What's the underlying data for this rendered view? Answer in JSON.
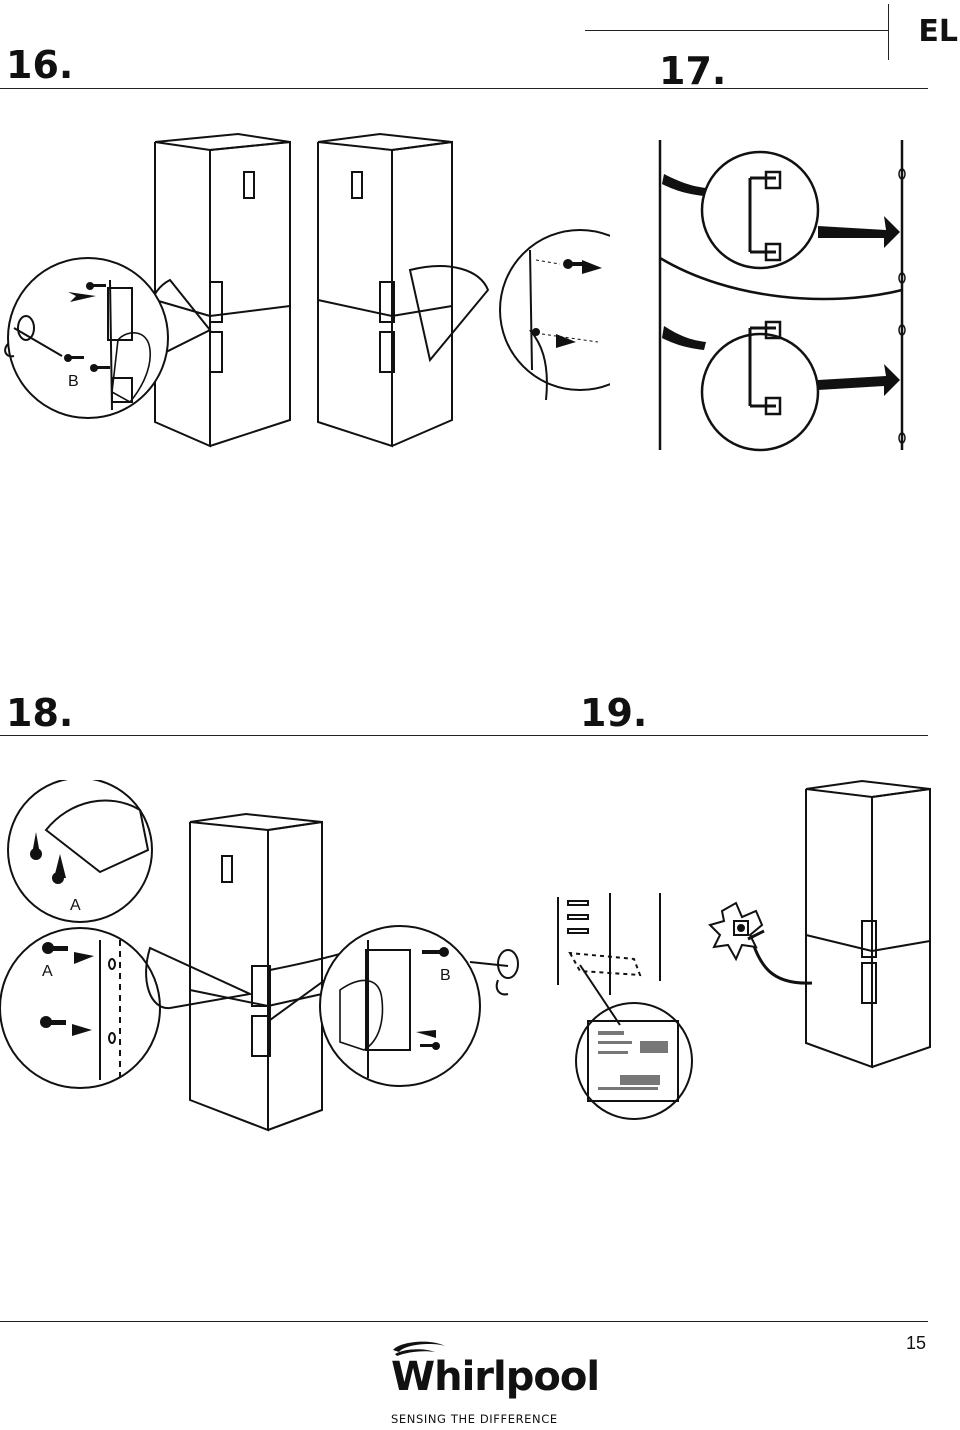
{
  "header": {
    "language_code": "EL"
  },
  "steps": [
    {
      "number": "16.",
      "labels": [
        "B"
      ]
    },
    {
      "number": "17.",
      "labels": []
    },
    {
      "number": "18.",
      "labels": [
        "A",
        "A",
        "B"
      ]
    },
    {
      "number": "19.",
      "labels": []
    }
  ],
  "footer": {
    "page_number": "15",
    "brand": "Whirlpool",
    "tagline": "SENSING THE DIFFERENCE"
  },
  "icons": [
    "screwdriver-icon",
    "screw-icon",
    "arrow-icon",
    "handle-icon",
    "plug-icon",
    "rating-label-icon"
  ]
}
